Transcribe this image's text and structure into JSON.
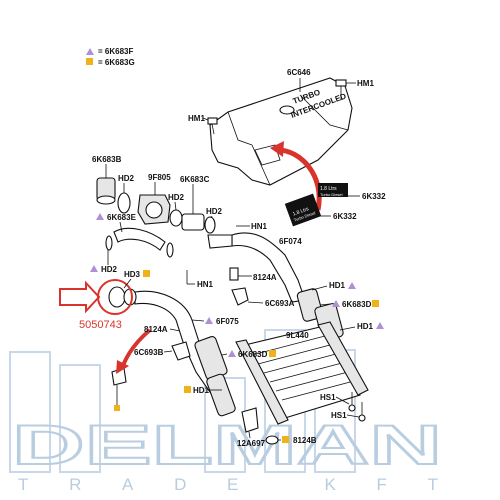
{
  "legend": [
    {
      "marker": "triangle",
      "color": "#b08fd6",
      "label": "= 6K683F"
    },
    {
      "marker": "square",
      "color": "#f0b21a",
      "label": "= 6K683G"
    }
  ],
  "callouts": {
    "c_6c646": "6C646",
    "c_hm1_top": "HM1",
    "c_hm1_left": "HM1",
    "c_6k683b": "6K683B",
    "c_hd2_a": "HD2",
    "c_9f805": "9F805",
    "c_hd2_b": "HD2",
    "c_6k683c": "6K683C",
    "c_hd2_c": "HD2",
    "c_6k683e": "6K683E",
    "c_hn1_a": "HN1",
    "c_6f074": "6F074",
    "c_6k332_a": "6K332",
    "c_6k332_b": "6K332",
    "c_hd2_d": "HD2",
    "c_hd3": "HD3",
    "c_8124a_a": "8124A",
    "c_hn1_b": "HN1",
    "c_hd1_a": "HD1",
    "c_6c693a": "6C693A",
    "c_6k683d_r": "6K683D",
    "c_6f075": "6F075",
    "c_8124a_b": "8124A",
    "c_9l440": "9L440",
    "c_hd1_b": "HD1",
    "c_6c693b": "6C693B",
    "c_6k683d_m": "6K683D",
    "c_hd1_c": "HD1",
    "c_hs1_a": "HS1",
    "c_hs1_b": "HS1",
    "c_12a697": "12A697",
    "c_8124b": "8124B"
  },
  "highlight": {
    "part_number": "5050743",
    "color": "#d9342b"
  },
  "cover_text": {
    "line1": "TURBO",
    "line2": "INTERCOOLED"
  },
  "decal_text": {
    "a1": "1.8 Ltrs",
    "a2": "Turbo Diesel",
    "b1": "1.8 Ltrs",
    "b2": "Turbo Diesel"
  },
  "watermark": {
    "brand": "DELMAN",
    "sub": "TRADE KFT",
    "color": "#b9cde0"
  }
}
